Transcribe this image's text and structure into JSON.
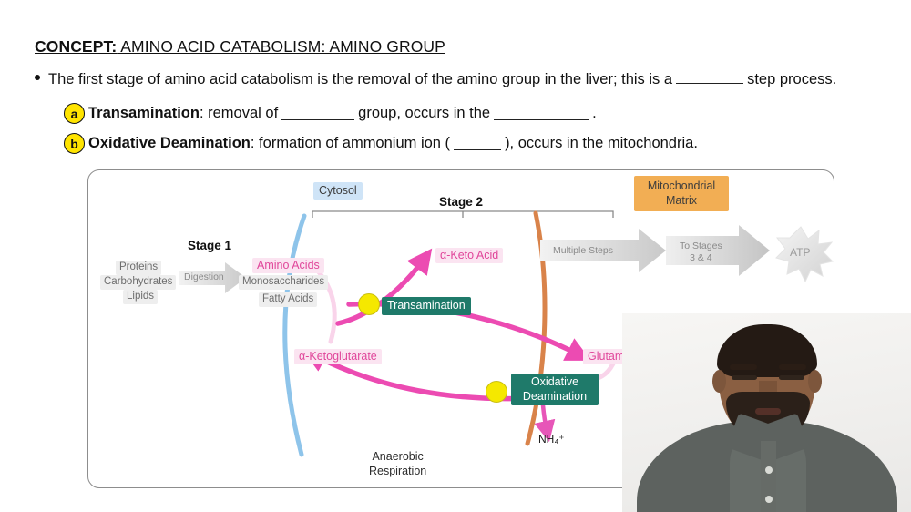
{
  "header": {
    "concept_keyword": "CONCEPT:",
    "concept_title": " AMINO ACID CATABOLISM: AMINO GROUP"
  },
  "bullet": {
    "text_before_blank": "The first stage of amino acid catabolism is the removal of the amino group in the liver; this is a",
    "text_after_blank": "step process."
  },
  "sub_items": [
    {
      "marker": "a",
      "term": "Transamination",
      "text_1": ": removal of",
      "text_2": "group, occurs in the",
      "text_3": "."
    },
    {
      "marker": "b",
      "term": "Oxidative Deamination",
      "text_1": ": formation of ammonium ion (",
      "text_2": "",
      "text_3": "), occurs in the mitochondria."
    }
  ],
  "diagram": {
    "compartments": {
      "cytosol": "Cytosol",
      "mitochondrial_matrix": "Mitochondrial\nMatrix",
      "mitochondrial_matrix_line1": "Mitochondrial",
      "mitochondrial_matrix_line2": "Matrix"
    },
    "stages": {
      "stage1": "Stage 1",
      "stage2": "Stage 2"
    },
    "sources": {
      "proteins": "Proteins",
      "carbohydrates": "Carbohydrates",
      "lipids": "Lipids"
    },
    "digestion_arrow": "Digestion",
    "products": {
      "amino_acids": "Amino Acids",
      "monosaccharides": "Monosaccharides",
      "fatty_acids": "Fatty Acids"
    },
    "molecules": {
      "keto_acid": "α-Keto Acid",
      "ketoglutarate": "α-Ketoglutarate",
      "glutamate": "Glutamate",
      "ammonium": "NH₄⁺"
    },
    "processes": {
      "transamination": "Transamination",
      "oxidative_deamination_line1": "Oxidative",
      "oxidative_deamination_line2": "Deamination"
    },
    "right_arrows": {
      "multiple_steps": "Multiple Steps",
      "to_stages_line1": "To Stages",
      "to_stages_line2": "3 & 4",
      "atp": "ATP"
    },
    "footer_note_line1": "Anaerobic",
    "footer_note_line2": "Respiration"
  },
  "colors": {
    "highlight_yellow": "#ffe400",
    "pink_accent": "#e0469a",
    "pink_chip_bg": "#fbe4f1",
    "teal_box": "#1f7a6a",
    "cytosol_blue": "#cfe4f7",
    "mito_orange": "#f2ae54",
    "membrane_blue": "#8ec4ea",
    "membrane_orange": "#d9834a",
    "grey_arrow": "#d4d4d4"
  }
}
